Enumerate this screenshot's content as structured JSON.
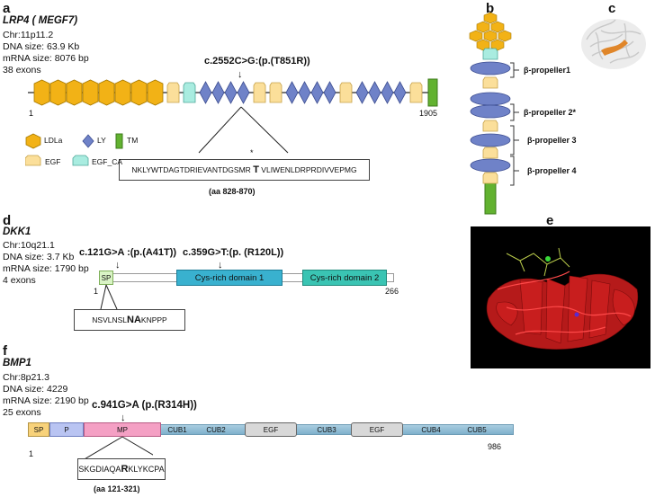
{
  "panels": {
    "a": "a",
    "b": "b",
    "c": "c",
    "d": "d",
    "e": "e",
    "f": "f"
  },
  "lrp4": {
    "gene": "LRP4 ( MEGF7)",
    "chr": "Chr:11p11.2",
    "dna": "DNA size: 63.9 Kb",
    "mrna": "mRNA size: 8076 bp",
    "exons": "38 exons",
    "mutation": "c.2552C>G:(p.(T851R))",
    "start": "1",
    "end": "1905",
    "seq_before": "NKLYWTDAGTDRIEVANTDGSMR",
    "seq_mut": "T",
    "seq_after": "VLIWENLDRPRDIVVEPMG",
    "asterisk": "*",
    "aa_range": "(aa 828-870)",
    "legend": {
      "ldla": "LDLa",
      "ly": "LY",
      "tm": "TM",
      "egf": "EGF",
      "egf_ca": "EGF_CA"
    }
  },
  "propellers": [
    "β-propeller1",
    "β-propeller 2*",
    "β-propeller 3",
    "β-propeller 4"
  ],
  "dkk1": {
    "gene": "DKK1",
    "chr": "Chr:10q21.1",
    "dna": "DNA size: 3.7 Kb",
    "mrna": "mRNA size: 1790 bp",
    "exons": "4 exons",
    "mutation1": "c.121G>A :(p.(A41T))",
    "mutation2": "c.359G>T:(p. (R120L))",
    "sp": "SP",
    "domain1": "Cys-rich domain 1",
    "domain2": "Cys-rich domain 2",
    "start": "1",
    "end": "266",
    "seq_before": "NSVLNSL",
    "seq_mut": "NA",
    "seq_after": "KNPPP"
  },
  "bmp1": {
    "gene": "BMP1",
    "chr": "Chr:8p21.3",
    "dna": "DNA size: 4229",
    "mrna": "mRNA size: 2190 bp",
    "exons": "25 exons",
    "mutation": "c.941G>A (p.(R314H))",
    "domains": {
      "sp": "SP",
      "p": "P",
      "mp": "MP",
      "cub1": "CUB1",
      "cub2": "CUB2",
      "egf1": "EGF",
      "cub3": "CUB3",
      "egf2": "EGF",
      "cub4": "CUB4",
      "cub5": "CUB5"
    },
    "start": "1",
    "end": "986",
    "seq_before": "SKGDIAQA",
    "seq_mut": "R",
    "seq_after": "KLYKCPA",
    "aa_range": "(aa 121-321)"
  },
  "colors": {
    "ldla": "#f2b216",
    "ly": "#6f82c8",
    "tm": "#62b230",
    "egf": "#fbdf9a",
    "egf_ca": "#a9ece0",
    "cys": "#39b1cf",
    "mp": "#f4a0c4",
    "protein": "#d92424"
  }
}
